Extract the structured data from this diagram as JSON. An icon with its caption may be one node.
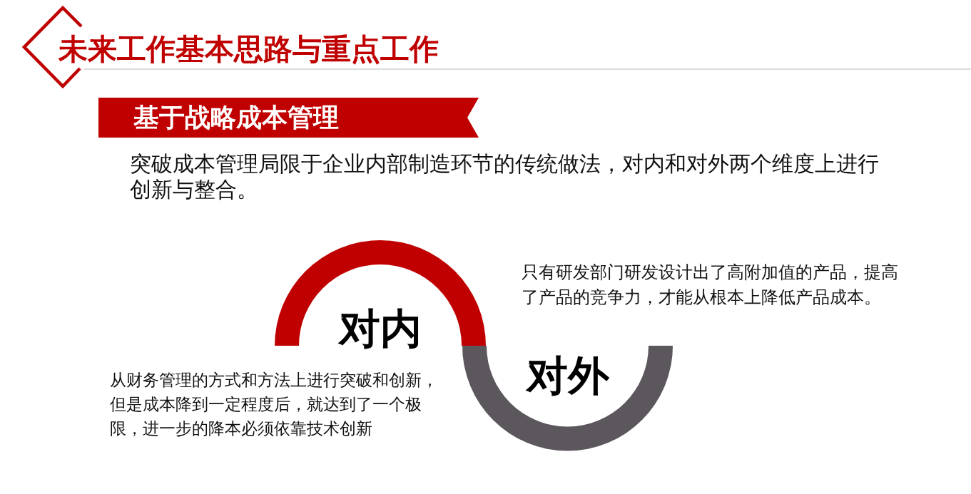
{
  "diagram": {
    "title": "未来工作基本思路与重点工作",
    "nodes": [
      {
        "text": [
          "基于战略成本管理"
        ]
      },
      {
        "text": [
          "对内"
        ],
        "beside": [
          "从财务管理的方式和方法上进行突破和创新，但是成本降到一定程度后，就达到了一个极限，进一步的降本必须依靠技术创新"
        ]
      },
      {
        "text": [
          "对外"
        ],
        "beside": [
          "只有研发部门研发设计出了高附加值的产品，提高了产品的竞争力，才能从根本上降低产品成本。"
        ]
      }
    ],
    "labels": [
      "突破成本管理局限于企业内部制造环节的传统做法，对内和对外两个维度上进行创新与整合。"
    ]
  }
}
